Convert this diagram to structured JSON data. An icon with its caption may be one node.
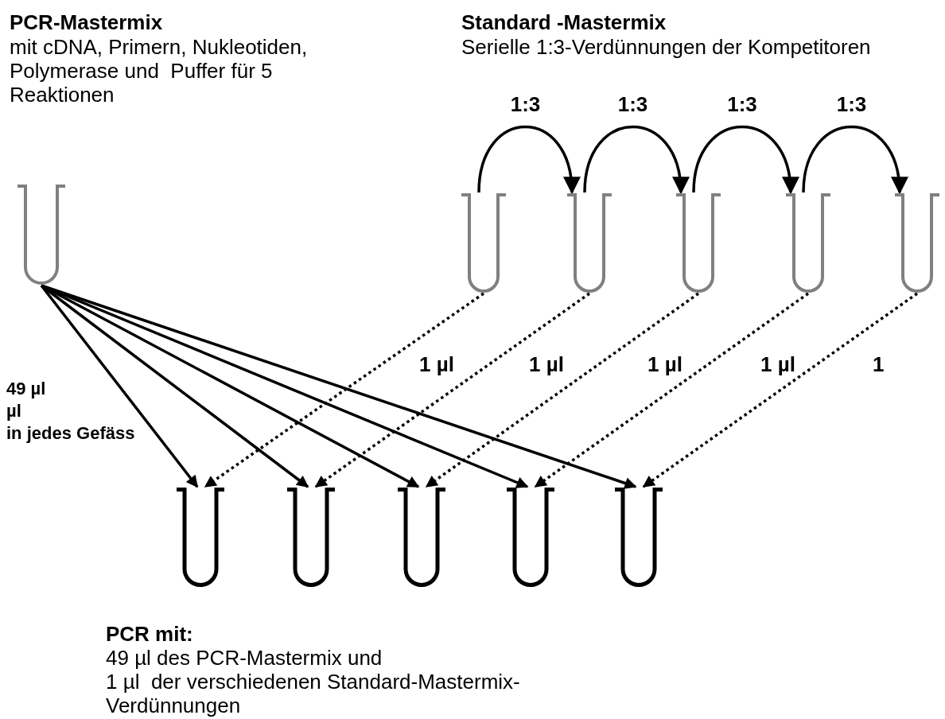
{
  "diagram": {
    "nodes": [
      {
        "text": [],
        "shape": "tube"
      },
      {
        "text": [],
        "shape": "tube"
      },
      {
        "text": [],
        "shape": "tube"
      },
      {
        "text": [],
        "shape": "tube"
      },
      {
        "text": [],
        "shape": "tube"
      },
      {
        "text": [],
        "shape": "tube"
      },
      {
        "text": [],
        "shape": "tube"
      },
      {
        "text": [],
        "shape": "tube"
      },
      {
        "text": [],
        "shape": "tube"
      },
      {
        "text": [],
        "shape": "tube"
      },
      {
        "text": [],
        "shape": "tube"
      }
    ],
    "edges": [
      {
        "from": 1,
        "to": 2,
        "arrow": "to",
        "label": "1:3"
      },
      {
        "from": 2,
        "to": 3,
        "arrow": "to",
        "label": "1:3"
      },
      {
        "from": 3,
        "to": 4,
        "arrow": "to",
        "label": "1:3"
      },
      {
        "from": 4,
        "to": 5,
        "arrow": "to",
        "label": "1:3"
      },
      {
        "from": 0,
        "to": 6,
        "arrow": "to"
      },
      {
        "from": 0,
        "to": 7,
        "arrow": "to"
      },
      {
        "from": 0,
        "to": 8,
        "arrow": "to"
      },
      {
        "from": 0,
        "to": 9,
        "arrow": "to"
      },
      {
        "from": 0,
        "to": 10,
        "arrow": "to"
      },
      {
        "from": 1,
        "to": 6,
        "arrow": "to",
        "style": "dashed",
        "label": "1 µl"
      },
      {
        "from": 2,
        "to": 7,
        "arrow": "to",
        "style": "dashed",
        "label": "1 µl"
      },
      {
        "from": 3,
        "to": 8,
        "arrow": "to",
        "style": "dashed",
        "label": "1 µl"
      },
      {
        "from": 4,
        "to": 9,
        "arrow": "to",
        "style": "dashed",
        "label": "1 µl"
      },
      {
        "from": 5,
        "to": 10,
        "arrow": "to",
        "style": "dashed",
        "label": "1"
      }
    ],
    "labels": [
      "PCR-Mastermix",
      "mit cDNA, Primern, Nukleotiden, Polymerase und  Puffer für 5 Reaktionen",
      "Standard -Mastermix",
      "Serielle 1:3-Verdünnungen der Kompetitoren",
      "49 µl",
      "µl",
      "in jedes Gefäss",
      "PCR mit:",
      "49 µl des PCR-Mastermix und",
      "1 µl  der verschiedenen Standard-Mastermix- Verdünnungen"
    ]
  }
}
